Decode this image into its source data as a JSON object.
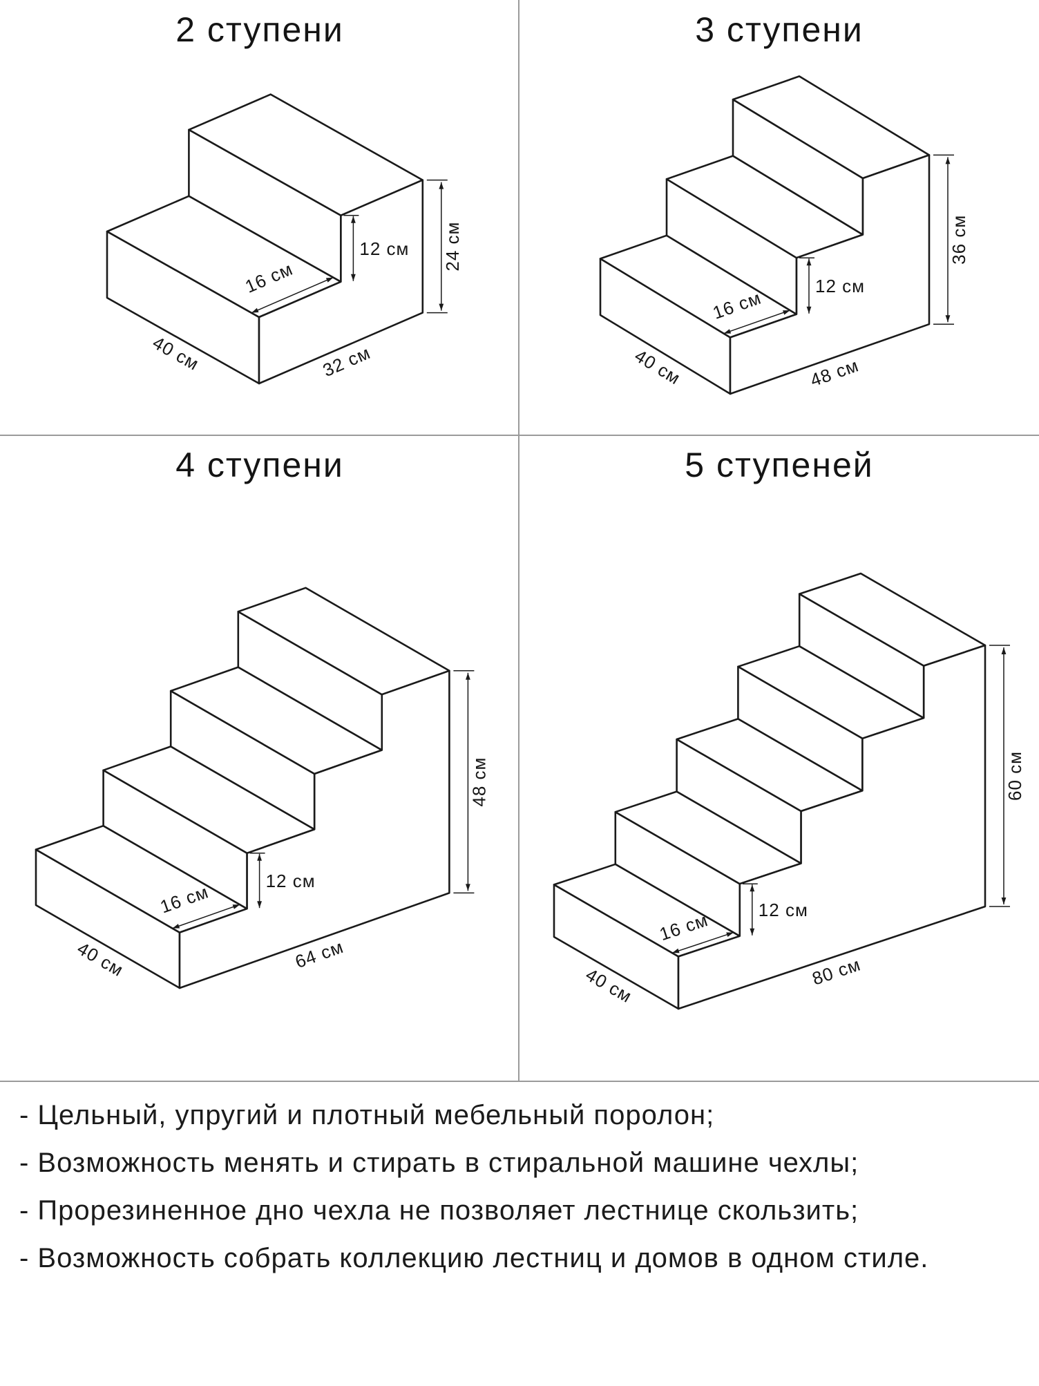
{
  "figures": [
    {
      "title": "2 ступени",
      "steps": 2,
      "width_label": "40 см",
      "length_label": "32 см",
      "height_label": "24 см",
      "rise_label": "12 см",
      "run_label": "16 см"
    },
    {
      "title": "3 ступени",
      "steps": 3,
      "width_label": "40 см",
      "length_label": "48 см",
      "height_label": "36 см",
      "rise_label": "12 см",
      "run_label": "16 см"
    },
    {
      "title": "4 ступени",
      "steps": 4,
      "width_label": "40 см",
      "length_label": "64 см",
      "height_label": "48 см",
      "rise_label": "12 см",
      "run_label": "16 см"
    },
    {
      "title": "5 ступеней",
      "steps": 5,
      "width_label": "40 см",
      "length_label": "80 см",
      "height_label": "60 см",
      "rise_label": "12 см",
      "run_label": "16 см"
    }
  ],
  "notes": [
    "- Цельный, упругий и плотный мебельный поролон;",
    "- Возможность менять и стирать в стиральной машине чехлы;",
    "- Прорезиненное дно чехла не позволяет лестнице скользить;",
    "- Возможность собрать коллекцию лестниц и домов в одном стиле."
  ],
  "colors": {
    "line": "#1a1a1a",
    "divider": "#9a9a9a",
    "background": "#ffffff"
  }
}
